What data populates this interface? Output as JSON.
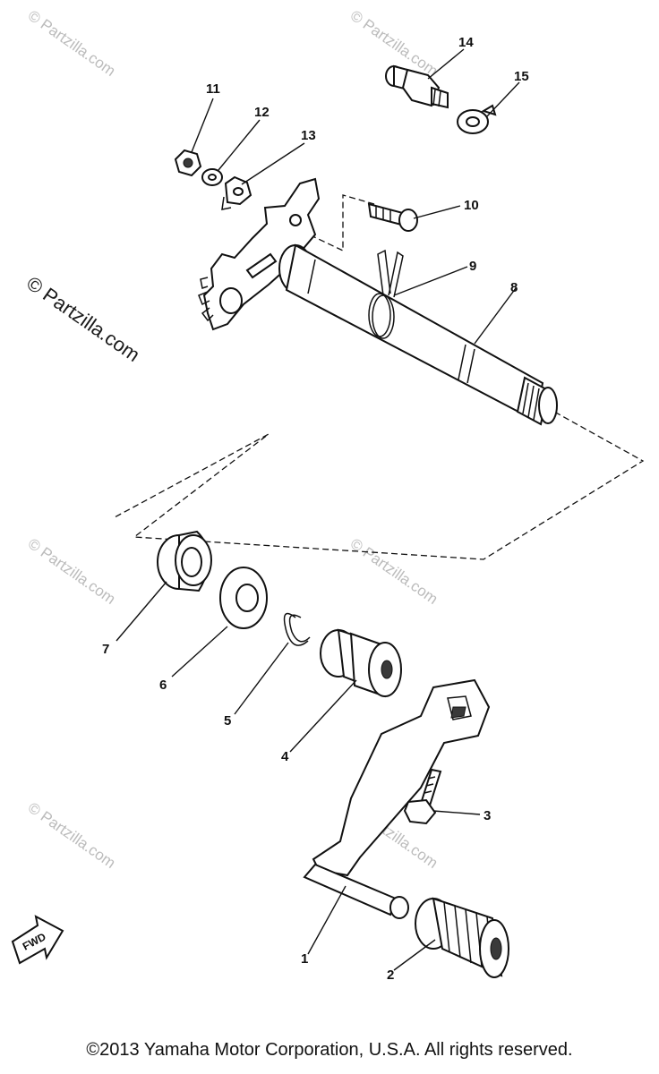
{
  "watermark": {
    "faint_text": "© Partzilla.com",
    "strong_text": "© Partzilla.com"
  },
  "fwd_badge": "FWD",
  "callouts": {
    "c1": "1",
    "c2": "2",
    "c3": "3",
    "c4": "4",
    "c5": "5",
    "c6": "6",
    "c7": "7",
    "c8": "8",
    "c9": "9",
    "c10": "10",
    "c11": "11",
    "c12": "12",
    "c13": "13",
    "c14": "14",
    "c15": "15"
  },
  "copyright": "©2013 Yamaha Motor Corporation, U.S.A. All rights reserved.",
  "colors": {
    "ink": "#111111",
    "watermark": "#bcbcbc"
  }
}
